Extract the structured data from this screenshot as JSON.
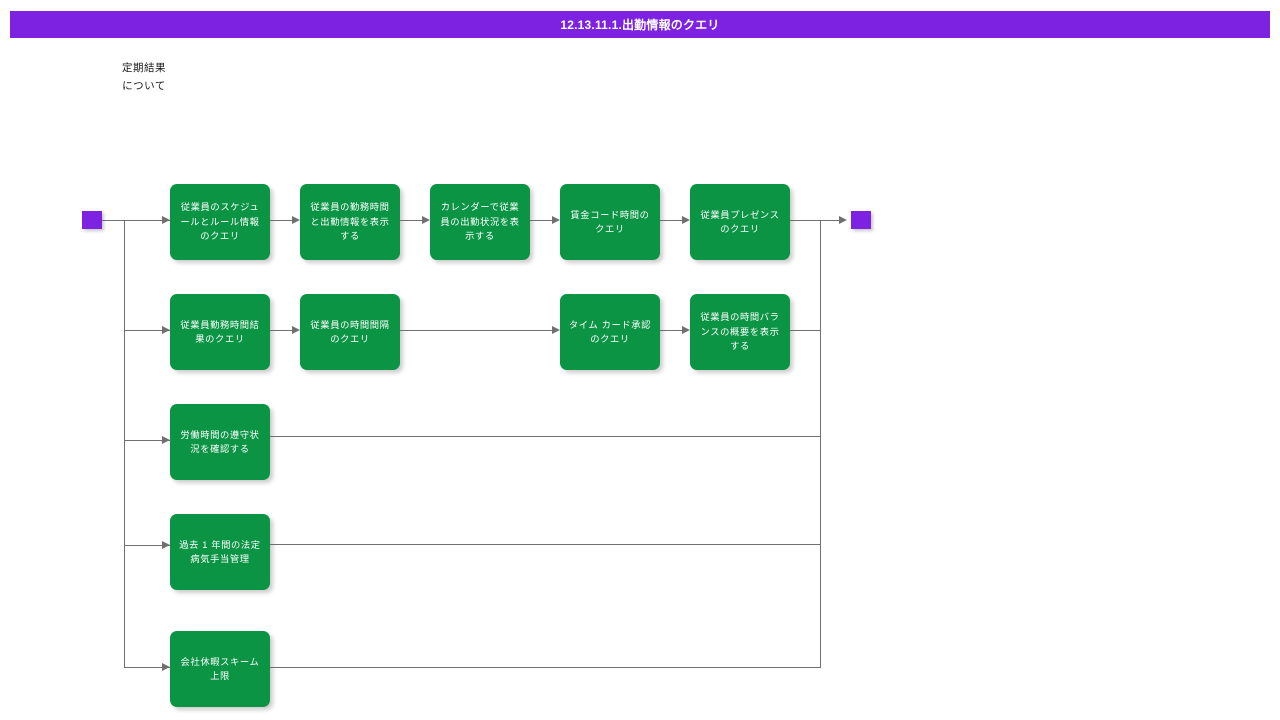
{
  "header": {
    "title": "12.13.11.1.出勤情報のクエリ",
    "bar_color": "#7d22e0",
    "text_color": "#ffffff"
  },
  "note": {
    "icon": "exclamation-mark-icon",
    "caption": "定期結果\nについて",
    "color": "#7d22e0"
  },
  "terminals": {
    "start": {
      "name": "start-terminal",
      "color": "#7d22e0"
    },
    "end": {
      "name": "end-terminal",
      "color": "#7d22e0"
    }
  },
  "theme": {
    "box_fill": "#0b9444",
    "box_text": "#ffffff",
    "connector": "#707070",
    "background": "#ffffff"
  },
  "flow": {
    "rows": [
      {
        "id": "row-1",
        "boxes": [
          {
            "label": "従業員のスケジュールとルール情報のクエリ"
          },
          {
            "label": "従業員の勤務時間と出勤情報を表示する"
          },
          {
            "label": "カレンダーで従業員の出勤状況を表示する"
          },
          {
            "label": "賃金コード時間のクエリ"
          },
          {
            "label": "従業員プレゼンスのクエリ"
          }
        ]
      },
      {
        "id": "row-2",
        "boxes": [
          {
            "label": "従業員勤務時間結果のクエリ"
          },
          {
            "label": "従業員の時間間隔のクエリ"
          },
          {
            "label": "タイム カード承認のクエリ"
          },
          {
            "label": "従業員の時間バランスの概要を表示する"
          }
        ]
      },
      {
        "id": "row-3",
        "boxes": [
          {
            "label": "労働時間の遵守状況を確認する"
          }
        ]
      },
      {
        "id": "row-4",
        "boxes": [
          {
            "label": "過去 1 年間の法定病気手当管理"
          }
        ]
      },
      {
        "id": "row-5",
        "boxes": [
          {
            "label": "会社休暇スキーム上限"
          }
        ]
      }
    ]
  }
}
